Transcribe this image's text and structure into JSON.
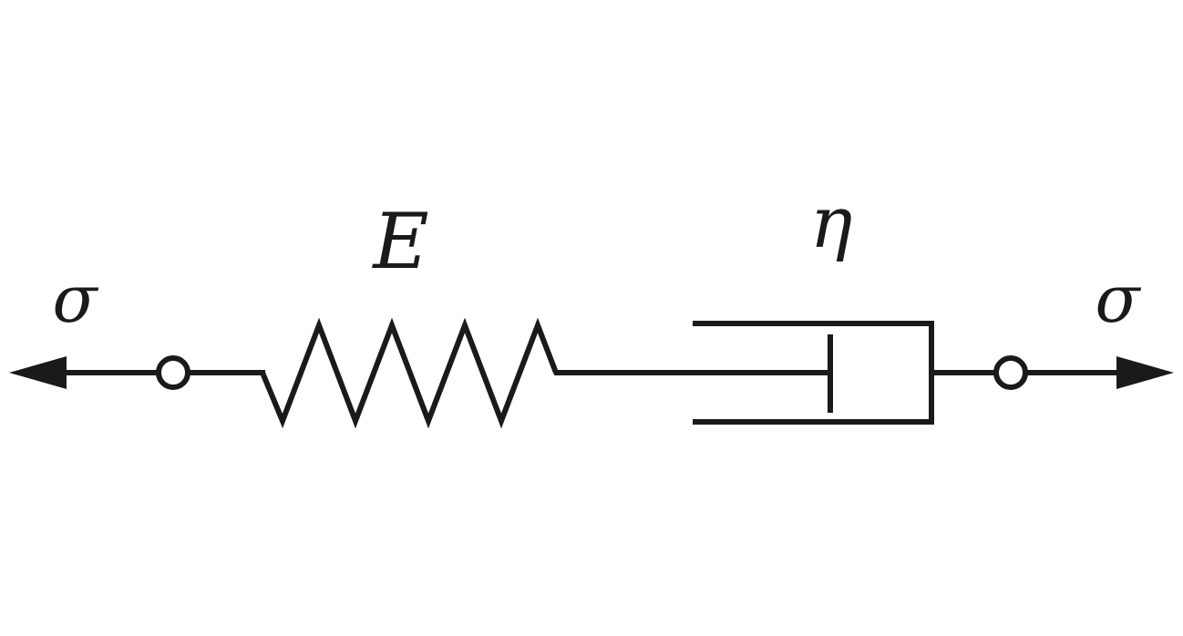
{
  "labels": {
    "stress_left": "σ",
    "stress_right": "σ",
    "spring": "E",
    "dashpot": "η"
  },
  "colors": {
    "ink": "#1a1a1a",
    "background": "#ffffff"
  }
}
